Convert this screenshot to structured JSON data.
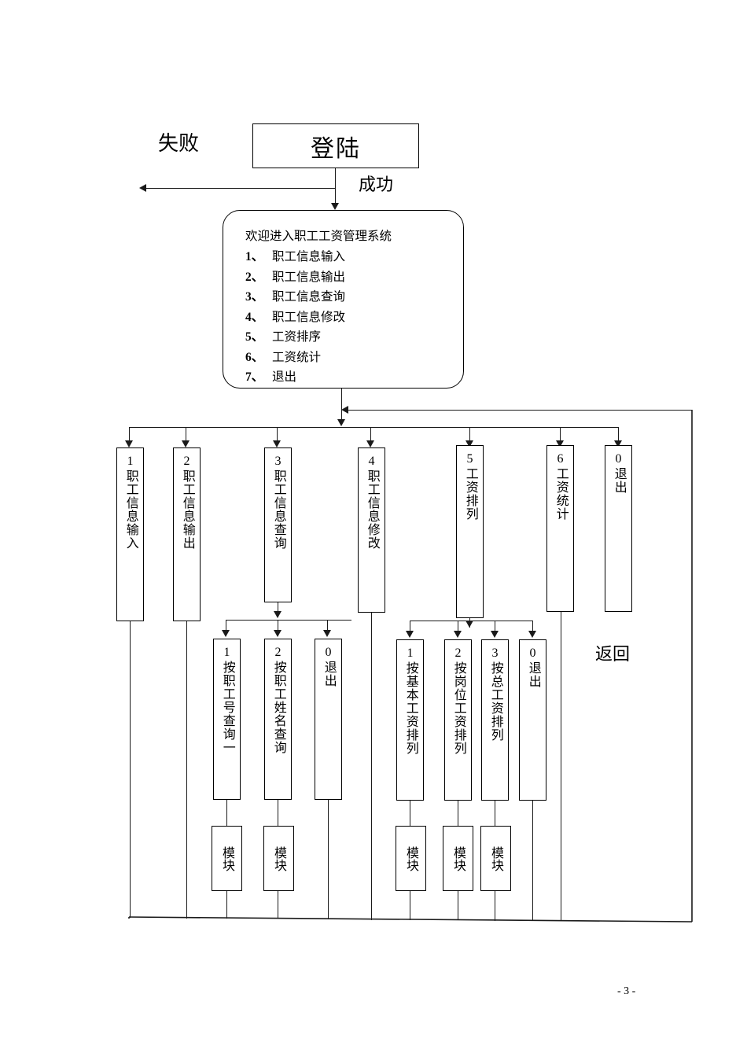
{
  "document": {
    "page_number": "- 3 -",
    "type": "flowchart"
  },
  "labels": {
    "fail": "失败",
    "success": "成功",
    "return": "返回"
  },
  "login": {
    "title": "登陆"
  },
  "menu": {
    "heading": "欢迎进入职工工资管理系统",
    "items": [
      {
        "num": "1、",
        "label": "职工信息输入"
      },
      {
        "num": "2、",
        "label": "职工信息输出"
      },
      {
        "num": "3、",
        "label": "职工信息查询"
      },
      {
        "num": "4、",
        "label": "职工信息修改"
      },
      {
        "num": "5、",
        "label": "工资排序"
      },
      {
        "num": "6、",
        "label": "工资统计"
      },
      {
        "num": "7、",
        "label": "退出"
      }
    ]
  },
  "level2": {
    "boxes": [
      {
        "num": "1",
        "label": "职工信息输入"
      },
      {
        "num": "2",
        "label": "职工信息输出"
      },
      {
        "num": "3",
        "label": "职工信息查询"
      },
      {
        "num": "4",
        "label": "职工信息修改"
      },
      {
        "num": "5",
        "label": "工资排列"
      },
      {
        "num": "6",
        "label": "工资统计"
      },
      {
        "num": "0",
        "label": "退出"
      }
    ]
  },
  "level3_query": {
    "boxes": [
      {
        "num": "1",
        "label": "按职工号查询一"
      },
      {
        "num": "2",
        "label": "按职工姓名查询"
      },
      {
        "num": "0",
        "label": "退出"
      }
    ]
  },
  "level3_sort": {
    "boxes": [
      {
        "num": "1",
        "label": "按基本工资排列"
      },
      {
        "num": "2",
        "label": "按岗位工资排列"
      },
      {
        "num": "3",
        "label": "按总工资排列"
      },
      {
        "num": "0",
        "label": "退出"
      }
    ]
  },
  "modules": {
    "label": "模块",
    "items": [
      {
        "label": "模块"
      },
      {
        "label": "模块"
      },
      {
        "label": "模块"
      },
      {
        "label": "模块"
      },
      {
        "label": "模块"
      }
    ]
  },
  "colors": {
    "line": "#1a1a1a",
    "background": "#ffffff",
    "text": "#000000"
  }
}
